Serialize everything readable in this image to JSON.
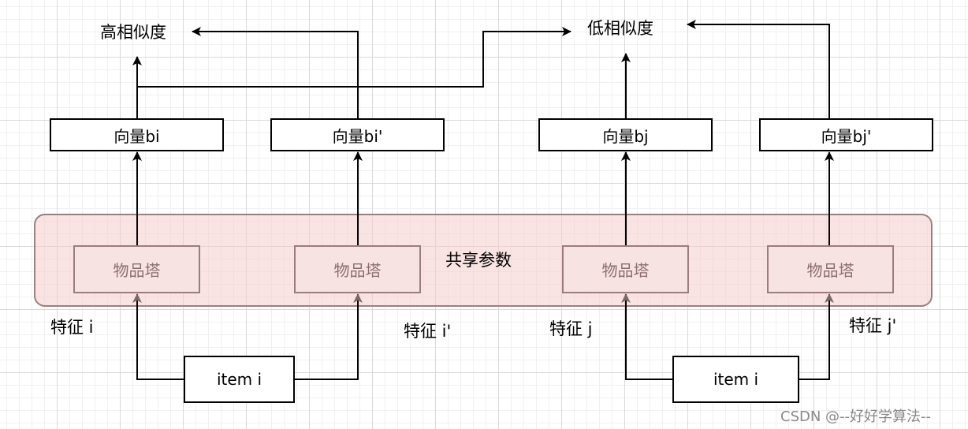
{
  "similarity": {
    "high": "高相似度",
    "low": "低相似度"
  },
  "vectors": {
    "bi": "向量bi",
    "bi_prime": "向量bi'",
    "bj": "向量bj",
    "bj_prime": "向量bj'"
  },
  "shared_params": {
    "label": "共享参数",
    "tower_label": "物品塔"
  },
  "features": {
    "i": "特征 i",
    "i_prime": "特征 i'",
    "j": "特征 j",
    "j_prime": "特征 j'"
  },
  "items": {
    "left": "item i",
    "right": "item i"
  },
  "watermark": "CSDN @--好好学算法--",
  "colors": {
    "group_fill": "#f4cccc",
    "tower_text": "#8b6e6e",
    "tower_arrow": "#7a6767"
  }
}
